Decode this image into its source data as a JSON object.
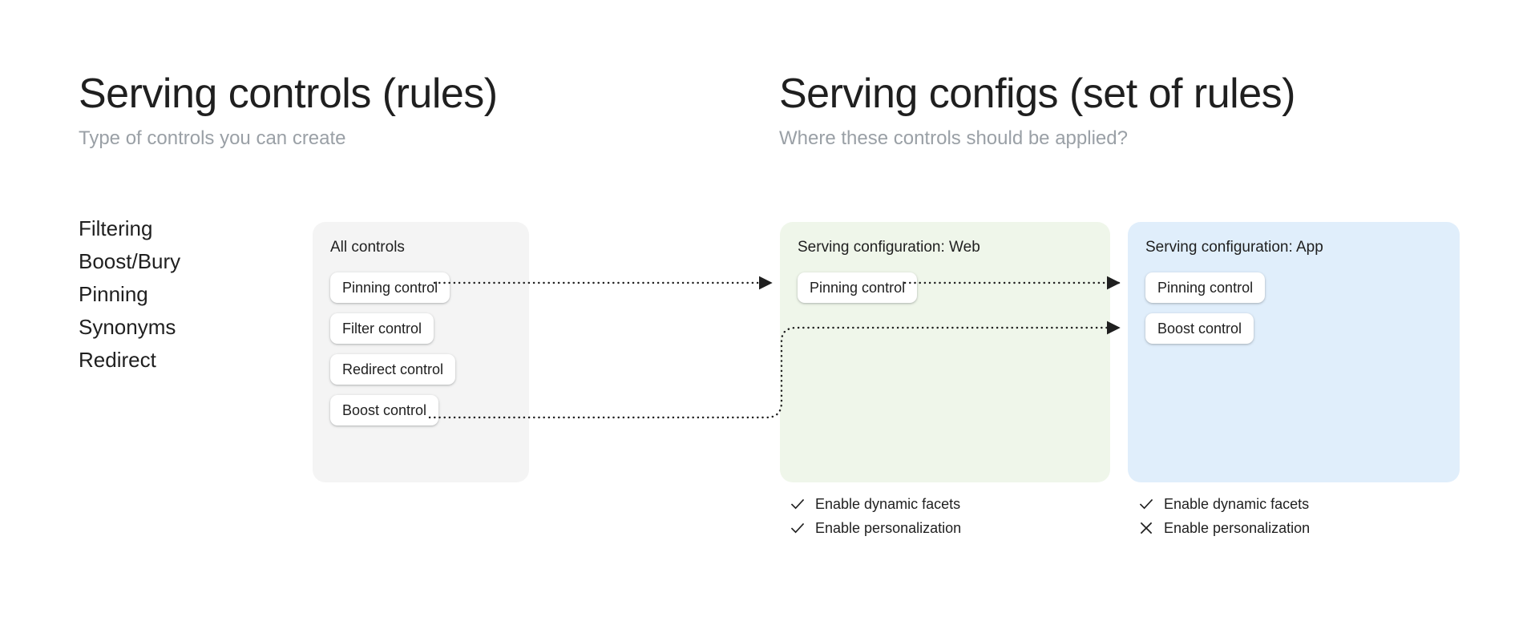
{
  "left_section": {
    "title": "Serving controls (rules)",
    "subtitle": "Type of controls you can create",
    "control_types": [
      "Filtering",
      "Boost/Bury",
      "Pinning",
      "Synonyms",
      "Redirect"
    ]
  },
  "right_section": {
    "title": "Serving configs (set of rules)",
    "subtitle": "Where these controls should be applied?"
  },
  "cards": {
    "all_controls": {
      "title": "All controls",
      "background_color": "#f4f4f4",
      "controls": [
        "Pinning control",
        "Filter control",
        "Redirect control",
        "Boost control"
      ]
    },
    "serving_config_web": {
      "title": "Serving configuration: Web",
      "background_color": "#eff6ea",
      "controls": [
        "Pinning control"
      ],
      "features": [
        {
          "icon": "check-icon",
          "label": "Enable dynamic facets",
          "enabled": true
        },
        {
          "icon": "check-icon",
          "label": "Enable personalization",
          "enabled": true
        }
      ]
    },
    "serving_config_app": {
      "title": "Serving configuration: App",
      "background_color": "#e0eefb",
      "controls": [
        "Pinning control",
        "Boost control"
      ],
      "features": [
        {
          "icon": "check-icon",
          "label": "Enable dynamic facets",
          "enabled": true
        },
        {
          "icon": "close-icon",
          "label": "Enable personalization",
          "enabled": false
        }
      ]
    }
  },
  "connectors": {
    "style": "dotted-arrow",
    "color": "#1f1f1f",
    "links": [
      {
        "from": "all-controls.pinning-control",
        "to": "serving-config-web.pinning-control"
      },
      {
        "from": "serving-config-web.pinning-control",
        "to": "serving-config-app.pinning-control"
      },
      {
        "from": "all-controls.boost-control",
        "to": "serving-config-app.boost-control"
      }
    ]
  }
}
